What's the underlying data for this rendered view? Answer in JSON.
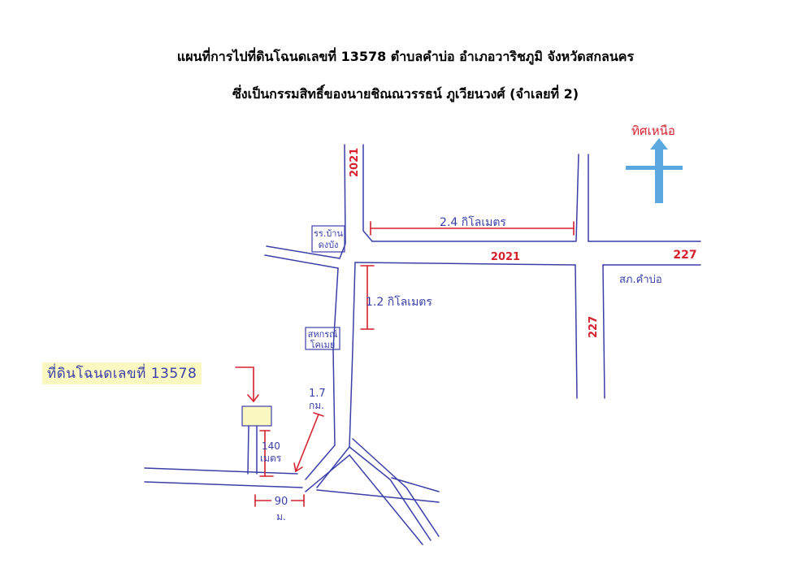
{
  "title": {
    "line1": "แผนที่การไปที่ดินโฉนดเลขที่  13578  ตำบลคำบ่อ อำเภอวาริชภูมิ จังหวัดสกลนคร",
    "line2": "ซึ่งเป็นกรรมสิทธิ์ของนายชิณณวรรธน์ ภูเวียนวงศ์  (จำเลยที่ 2)"
  },
  "north": {
    "label": "ทิศเหนือ",
    "arrow_color": "#5ba8e0"
  },
  "roads": {
    "r2021_vertical": "2021",
    "r2021_horizontal": "2021",
    "r227_horizontal": "227",
    "r227_vertical": "227"
  },
  "distances": {
    "top": "2.4 กิโลเมตร",
    "middle": "1.2 กิโลเมตร",
    "diag_value": "1.7",
    "diag_unit": "กม.",
    "short_value": "140",
    "short_unit": "เมตร",
    "bottom_value": "90",
    "bottom_unit": "ม."
  },
  "places": {
    "school_line1": "รร.บ้าน",
    "school_line2": "ดงบัง",
    "coop_line1": "สหกรณ์",
    "coop_line2": "โคเมย",
    "police": "สภ.คำบ่อ"
  },
  "land": {
    "label": "ที่ดินโฉนดเลขที่ 13578",
    "fill": "#fbf7c0"
  },
  "colors": {
    "road": "#3a3fa8",
    "annotation": "#d6212f",
    "highlight": "#fbf7c0"
  }
}
